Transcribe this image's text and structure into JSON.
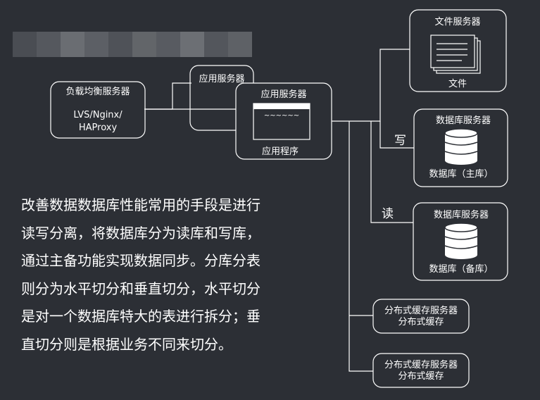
{
  "lb_server": {
    "title": "负载均衡服务器",
    "line1": "LVS/Nginx/",
    "line2": "HAProxy"
  },
  "app_server_back": {
    "title": "应用服务器"
  },
  "app_server_front": {
    "title": "应用服务器",
    "program_label": "应用程序",
    "screen_text": "~~~~~~"
  },
  "file_server": {
    "title": "文件服务器",
    "label": "文件"
  },
  "db_master": {
    "title": "数据库服务器",
    "label": "数据库（主库）"
  },
  "db_slave": {
    "title": "数据库服务器",
    "label": "数据库（备库）"
  },
  "write_label": "写",
  "read_label": "读",
  "cache_server_1": {
    "line1": "分布式缓存服务器",
    "line2": "分布式缓存"
  },
  "cache_server_2": {
    "line1": "分布式缓存服务器",
    "line2": "分布式缓存"
  },
  "paragraph": [
    "改善数据数据库性能常用的手段是进行",
    "读写分离，将数据库分为读库和写库，",
    "通过主备功能实现数据同步。分库分表",
    "则分为水平切分和垂直切分，水平切分",
    "是对一个数据库特大的表进行拆分；垂",
    "直切分则是根据业务不同来切分。"
  ],
  "colors": {
    "background": "#2c2f35",
    "stroke": "#ffffff",
    "text": "#ffffff"
  }
}
